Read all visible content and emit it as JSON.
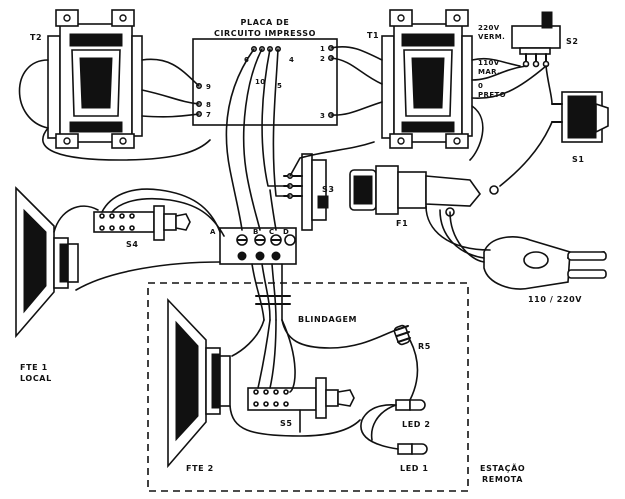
{
  "labels": {
    "pcb_line1": "PLACA DE",
    "pcb_line2": "CIRCUITO IMPRESSO",
    "t2": "T2",
    "t1": "T1",
    "s2": "S2",
    "s1": "S1",
    "s3": "S3",
    "s4": "S4",
    "s5": "S5",
    "f1": "F1",
    "v220_line1": "220V",
    "v220_line2": "VERM.",
    "v110_line1": "110V",
    "v110_line2": "MAR.",
    "comum": "0",
    "preto": "PRETO",
    "plug_voltage": "110 / 220V",
    "fte1_line1": "FTE 1",
    "fte1_line2": "LOCAL",
    "fte2": "FTE 2",
    "blindagem": "BLINDAGEM",
    "r5": "R5",
    "led2": "LED 2",
    "led1": "LED 1",
    "estacao_line1": "ESTAÇÃO",
    "estacao_line2": "REMOTA",
    "term_a": "A",
    "term_b": "B",
    "term_c": "C",
    "term_d": "D",
    "pcb_pins": [
      "1",
      "2",
      "3",
      "4",
      "5",
      "6",
      "7",
      "8",
      "9",
      "10"
    ]
  },
  "colors": {
    "ink": "#111111",
    "paper": "#ffffff"
  }
}
